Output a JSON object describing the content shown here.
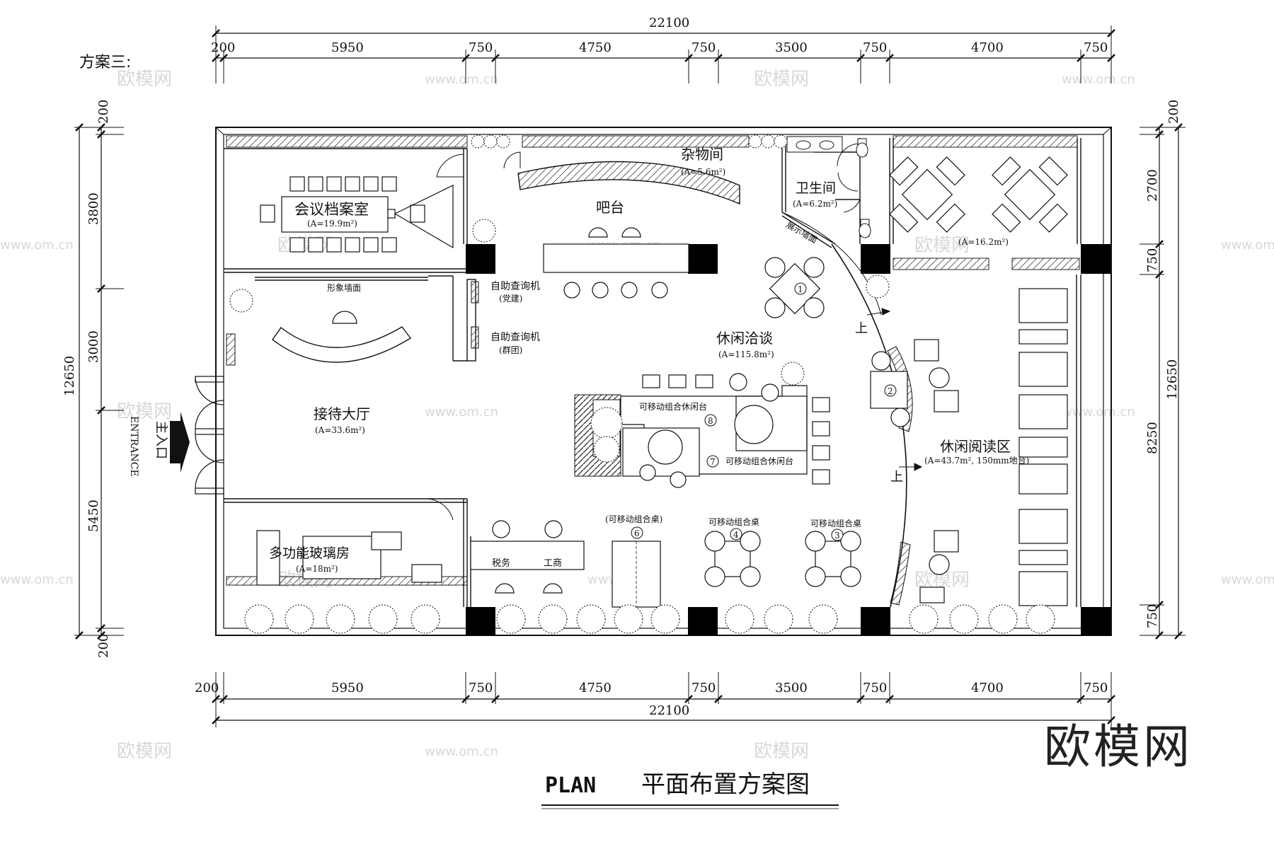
{
  "scheme_label": "方案三:",
  "dimensions": {
    "top_total": "22100",
    "top_segments": [
      "200",
      "5950",
      "750",
      "4750",
      "750",
      "3500",
      "750",
      "4700",
      "750"
    ],
    "bottom_total": "22100",
    "bottom_segments": [
      "200",
      "5950",
      "750",
      "4750",
      "750",
      "3500",
      "750",
      "4700",
      "750"
    ],
    "left_total": "12650",
    "left_segments": [
      "200",
      "3800",
      "3000",
      "5450",
      "200"
    ],
    "right_total": "12650",
    "right_segments": [
      "200",
      "2700",
      "750",
      "8250",
      "750"
    ]
  },
  "rooms": {
    "meeting": {
      "name": "会议档案室",
      "area": "(A=19.9m²)"
    },
    "storage": {
      "name": "杂物间",
      "area": "(A=5.6m²)"
    },
    "bar": {
      "name": "吧台"
    },
    "toilet": {
      "name": "卫生间",
      "area": "(A=6.2m²)"
    },
    "top_right": {
      "area": "(A=16.2m²)"
    },
    "image_wall": {
      "name": "形象墙面"
    },
    "kiosk1": {
      "name": "自助查询机",
      "sub": "(党建)"
    },
    "kiosk2": {
      "name": "自助查询机",
      "sub": "(群团)"
    },
    "lounge": {
      "name": "休闲洽谈",
      "area": "(A=115.8m²)"
    },
    "reception": {
      "name": "接待大厅",
      "area": "(A=33.6m²)"
    },
    "entrance": {
      "name": "主入口",
      "en": "ENTRANCE"
    },
    "reading": {
      "name": "休闲阅读区",
      "area": "(A=43.7m², 150mm地台)"
    },
    "glass_room": {
      "name": "多功能玻璃房",
      "area": "(A=18m²)"
    },
    "tax": {
      "name": "税务"
    },
    "commerce": {
      "name": "工商"
    },
    "display_wall": {
      "name": "展示墙面"
    }
  },
  "furniture": {
    "combo_table": "可移动组合桌",
    "combo_table_paren": "(可移动组合桌)",
    "combo_lounge_table": "可移动组合休闲台",
    "numbers": [
      "1",
      "2",
      "3",
      "4",
      "6",
      "7",
      "8"
    ],
    "up_label": "上"
  },
  "title": {
    "en": "PLAN",
    "cn": "平面布置方案图"
  },
  "watermarks": {
    "brand": "欧模网",
    "url": "www.om.cn"
  }
}
